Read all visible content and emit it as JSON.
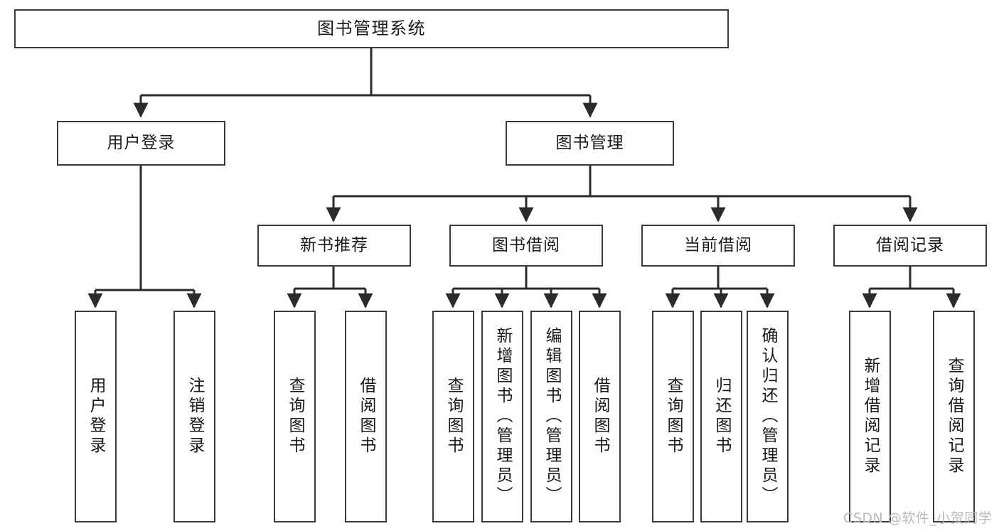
{
  "diagram": {
    "type": "tree",
    "title": "图书管理系统",
    "watermark": "CSDN @软件_小贺同学",
    "colors": {
      "box_border": "#3a3a3a",
      "box_fill": "#ffffff",
      "edge": "#2b2b2b",
      "text": "#1a1a1a",
      "watermark": "#b9b9b9",
      "background": "#ffffff"
    },
    "levels": {
      "root": "图书管理系统",
      "level2": [
        "用户登录",
        "图书管理"
      ],
      "level3": [
        "新书推荐",
        "图书借阅",
        "当前借阅",
        "借阅记录"
      ]
    },
    "nodes": {
      "root": {
        "label": "图书管理系统"
      },
      "user_login": {
        "label": "用户登录"
      },
      "book_manage": {
        "label": "图书管理"
      },
      "new_book_rec": {
        "label": "新书推荐"
      },
      "book_borrow": {
        "label": "图书借阅"
      },
      "current_borrow": {
        "label": "当前借阅"
      },
      "borrow_record": {
        "label": "借阅记录"
      },
      "leaf_user_login": {
        "label": "用户登录"
      },
      "leaf_user_logout": {
        "label": "注销登录"
      },
      "leaf_query_book_1": {
        "label": "查询图书"
      },
      "leaf_borrow_book_1": {
        "label": "借阅图书"
      },
      "leaf_query_book_2": {
        "label": "查询图书"
      },
      "leaf_add_book_admin": {
        "label": "新增图书（管理员）"
      },
      "leaf_edit_book_admin": {
        "label": "编辑图书（管理员）"
      },
      "leaf_borrow_book_2": {
        "label": "借阅图书"
      },
      "leaf_query_book_3": {
        "label": "查询图书"
      },
      "leaf_return_book": {
        "label": "归还图书"
      },
      "leaf_confirm_return_admin": {
        "label": "确认归还（管理员）"
      },
      "leaf_add_record": {
        "label": "新增借阅记录"
      },
      "leaf_query_record": {
        "label": "查询借阅记录"
      }
    },
    "edges": [
      {
        "from": "root",
        "to": "user_login"
      },
      {
        "from": "root",
        "to": "book_manage"
      },
      {
        "from": "user_login",
        "to": "leaf_user_login"
      },
      {
        "from": "user_login",
        "to": "leaf_user_logout"
      },
      {
        "from": "book_manage",
        "to": "new_book_rec"
      },
      {
        "from": "book_manage",
        "to": "book_borrow"
      },
      {
        "from": "book_manage",
        "to": "current_borrow"
      },
      {
        "from": "book_manage",
        "to": "borrow_record"
      },
      {
        "from": "new_book_rec",
        "to": "leaf_query_book_1"
      },
      {
        "from": "new_book_rec",
        "to": "leaf_borrow_book_1"
      },
      {
        "from": "book_borrow",
        "to": "leaf_query_book_2"
      },
      {
        "from": "book_borrow",
        "to": "leaf_add_book_admin"
      },
      {
        "from": "book_borrow",
        "to": "leaf_edit_book_admin"
      },
      {
        "from": "book_borrow",
        "to": "leaf_borrow_book_2"
      },
      {
        "from": "current_borrow",
        "to": "leaf_query_book_3"
      },
      {
        "from": "current_borrow",
        "to": "leaf_return_book"
      },
      {
        "from": "current_borrow",
        "to": "leaf_confirm_return_admin"
      },
      {
        "from": "borrow_record",
        "to": "leaf_add_record"
      },
      {
        "from": "borrow_record",
        "to": "leaf_query_record"
      }
    ]
  }
}
